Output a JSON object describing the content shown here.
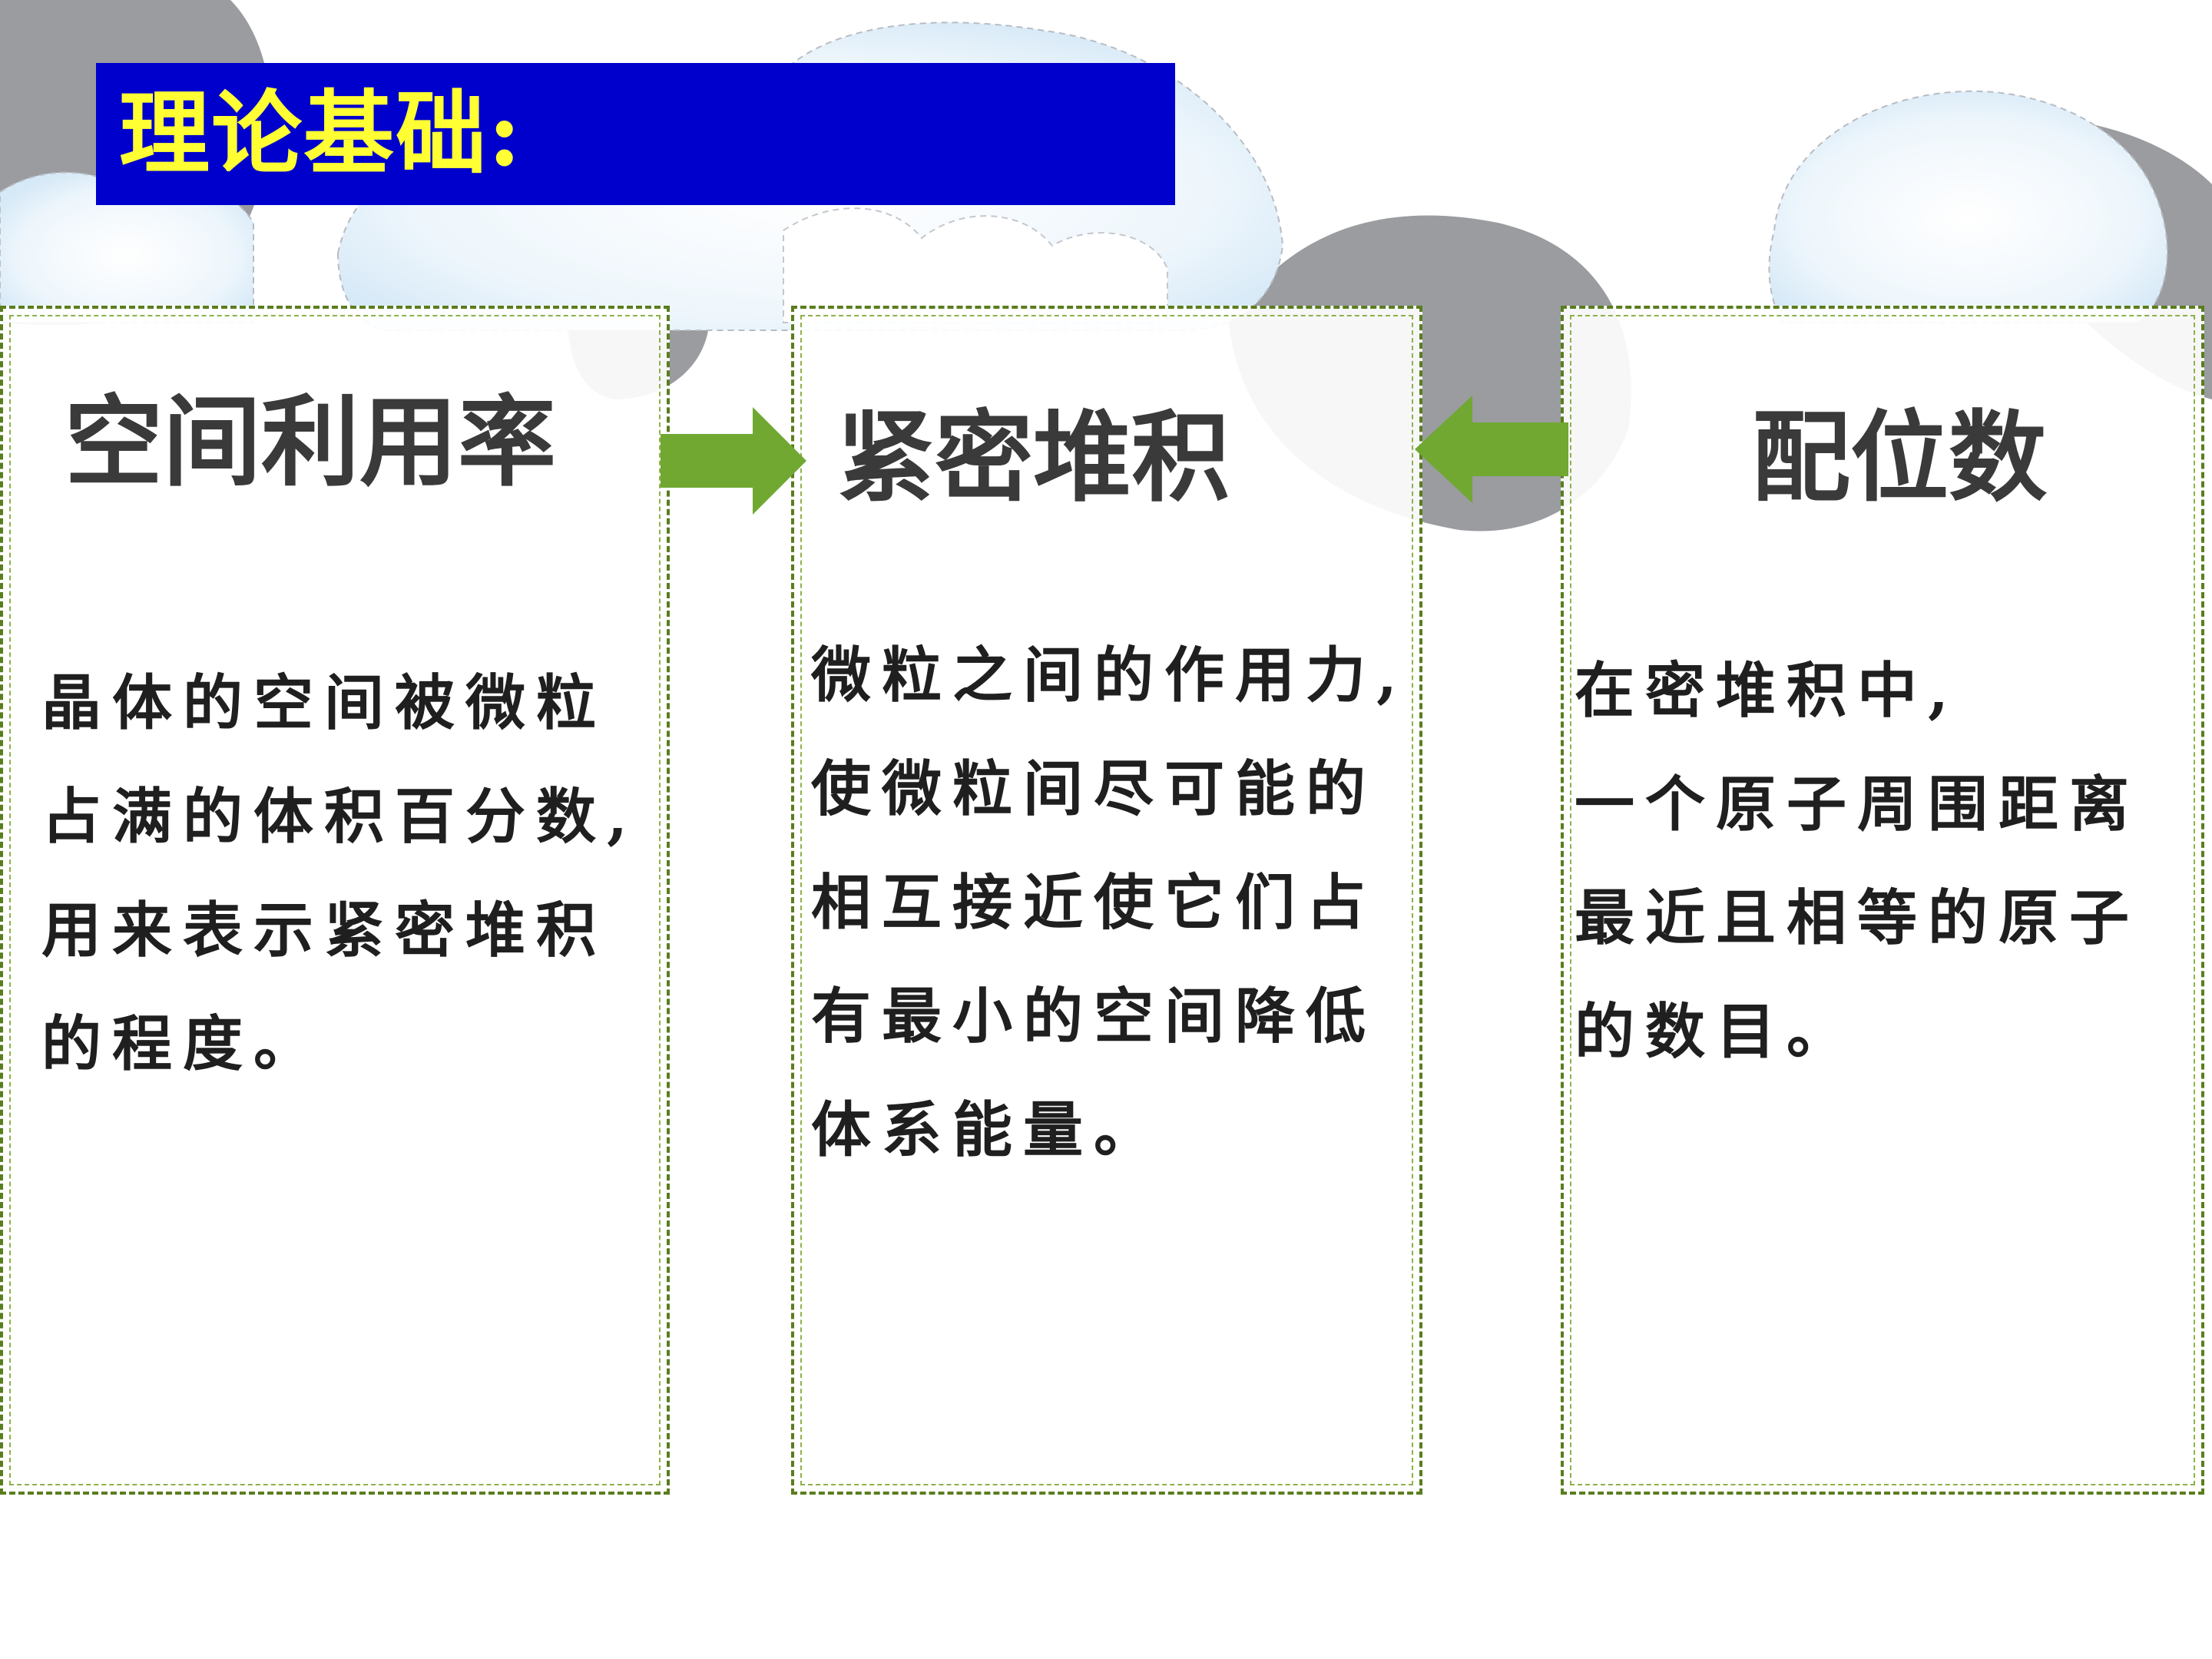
{
  "colors": {
    "title_bg": "#0000cc",
    "title_text": "#ffff33",
    "arrow": "#70a832",
    "panel_border": "#5a7d1e",
    "heading_text": "#3a3a3a",
    "body_text": "#1f1f1f",
    "cloud_gray": "#9a9ca0"
  },
  "title": "理论基础:",
  "panels": [
    {
      "heading": "空间利用率",
      "body": "晶体的空间被微粒\n占满的体积百分数,\n用来表示紧密堆积\n的程度。"
    },
    {
      "heading": "紧密堆积",
      "body": "微粒之间的作用力,\n使微粒间尽可能的\n相互接近使它们占\n有最小的空间降低\n体系能量。"
    },
    {
      "heading": "配位数",
      "body": "在密堆积中,\n一个原子周围距离\n最近且相等的原子\n的数目。"
    }
  ],
  "arrows": [
    {
      "direction": "right",
      "icon": "arrow-right-icon"
    },
    {
      "direction": "left",
      "icon": "arrow-left-icon"
    }
  ]
}
